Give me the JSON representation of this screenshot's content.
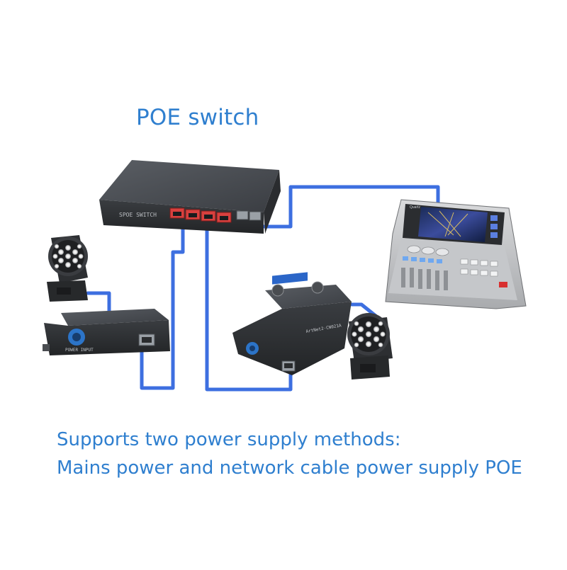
{
  "title": "POE switch",
  "caption": {
    "line1": "Supports two power supply methods:",
    "line2": "Mains power and network cable power supply POE"
  },
  "devices": {
    "switch_label": "SPOE SWITCH",
    "left_box_label": "POWER INPUT",
    "center_box_label": "ArtNet2-CN021A",
    "console_brand": "Quartz"
  },
  "colors": {
    "cable": "#3d6fe0",
    "text": "#2f7fcf",
    "device_dark": "#2f3236",
    "port_red": "#d8403e"
  }
}
